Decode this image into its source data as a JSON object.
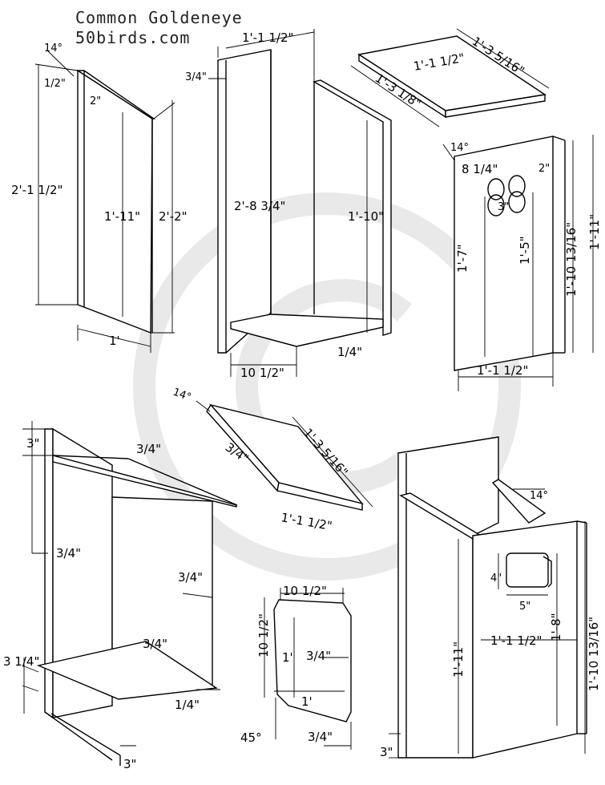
{
  "header": {
    "title": "Common Goldeneye",
    "site": "50birds.com"
  },
  "side_panel": {
    "angle": "14°",
    "top_offset": "1/2\"",
    "small": "2\"",
    "back_height": "2'-1 1/2\"",
    "center_height": "1'-11\"",
    "front_height": "2'-2\"",
    "width": "1'"
  },
  "back_assembly": {
    "top_width": "1'-1 1/2\"",
    "thickness": "3/4\"",
    "back_height": "2'-8 3/4\"",
    "side_height": "1'-10\"",
    "floor_width": "10 1/2\"",
    "gap": "1/4\""
  },
  "roof": {
    "length": "1'-3 5/16\"",
    "inner": "1'-1 1/2\"",
    "depth": "1'-3 1/8\""
  },
  "front_panel": {
    "angle": "14°",
    "top_dim": "8 1/4\"",
    "hole_spacing": "2\"",
    "hole_width": "3\"",
    "hole_left_height": "1'-7\"",
    "hole_right_height": "1'-5\"",
    "inner_height": "1'-10 13/16\"",
    "outer_height": "1'-11\"",
    "width": "1'-1 1/2\""
  },
  "lid": {
    "angle": "14°",
    "thickness": "3/4\"",
    "length": "1'-3 5/16\"",
    "width": "1'-1 1/2\""
  },
  "side_assembly": {
    "top": "3\"",
    "roof_thickness": "3/4\"",
    "left_thickness": "3/4\"",
    "right_thickness": "3/4\"",
    "floor_thickness": "3/4\"",
    "bottom_left": "3 1/4\"",
    "bottom_right": "1/4\"",
    "bottom": "3\""
  },
  "floor": {
    "top": "10 1/2\"",
    "left": "10 1/2\"",
    "inner_height": "1'",
    "inner_width": "1'",
    "thickness": "3/4\"",
    "angle": "45°",
    "bottom": "3/4\""
  },
  "final": {
    "angle": "14°",
    "hole_height": "4\"",
    "hole_width": "5\"",
    "left_height": "1'-11\"",
    "right_height": "1'-8\"",
    "outer_height": "1'-10 13/16\"",
    "width": "1'-1 1/2\"",
    "bottom": "3\""
  }
}
